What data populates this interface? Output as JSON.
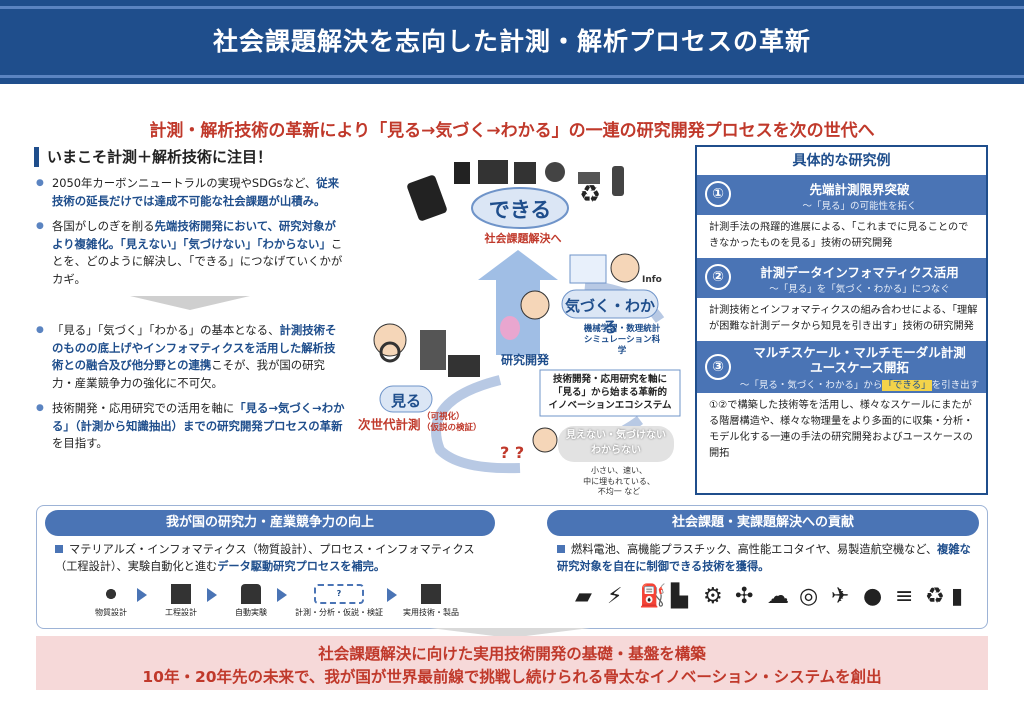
{
  "header": {
    "title": "社会課題解決を志向した計測・解析プロセスの革新"
  },
  "subtitle": "計測・解析技術の革新により「見る→気づく→わかる」の一連の研究開発プロセスを次の世代へ",
  "left": {
    "heading": "いまこそ計測＋解析技術に注目！",
    "bullets": [
      {
        "normal1": "2050年カーボンニュートラルの実現やSDGsなど、",
        "bold": "従来技術の延長だけでは達成不可能な社会課題が山積み。",
        "normal2": ""
      },
      {
        "normal1": "各国がしのぎを削る",
        "bold": "先端技術開発において、研究対象がより複雑化。「見えない」「気づけない」「わからない」",
        "normal2": "ことを、どのように解決し、「できる」につなげていくかがカギ。"
      },
      {
        "normal1": "「見る」「気づく」「わかる」の基本となる、",
        "bold": "計測技術そのものの底上げやインフォマティクスを活用した解析技術との融合及び他分野との連携",
        "normal2": "こそが、我が国の研究力・産業競争力の強化に不可欠。"
      },
      {
        "normal1": "技術開発・応用研究での活用を軸に",
        "bold": "「見る→気づく→わかる」（計測から知識抽出）までの研究開発プロセスの革新",
        "normal2": "を目指す。"
      }
    ]
  },
  "diagram": {
    "dekiru": "できる",
    "social": "社会課題解決へ",
    "kizuku": "気づく・わかる",
    "kizuku_sub": "機械学習・数理統計\nシミュレーション科学",
    "info": "Info",
    "rnd": "研究開発",
    "center_text": "技術開発・応用研究を軸に\n「見る」から始まる革新的\nイノベーションエコシステム",
    "miru": "見る",
    "next_gen": "次世代計測",
    "kashika": "（可視化）\n（仮説の検証）",
    "mienai": "見えない・気づけない\nわからない",
    "mienai_sub": "小さい、速い、\n中に埋もれている、\n不均一 など"
  },
  "right": {
    "title": "具体的な研究例",
    "examples": [
      {
        "num": "①",
        "title": "先端計測限界突破",
        "sub": "～「見る」の可能性を拓く",
        "body": "計測手法の飛躍的進展による、「これまでに見ることのできなかったものを見る」技術の研究開発"
      },
      {
        "num": "②",
        "title": "計測データインフォマティクス活用",
        "sub": "～「見る」を「気づく・わかる」につなぐ",
        "body": "計測技術とインフォマティクスの組み合わせによる、「理解が困難な計測データから知見を引き出す」技術の研究開発"
      },
      {
        "num": "③",
        "title": "マルチスケール・マルチモーダル計測\nユースケース開拓",
        "sub_pre": "～「見る・気づく・わかる」から",
        "sub_hl": "「できる」",
        "sub_post": "を引き出す",
        "body": "①②で構築した技術等を活用し、様々なスケールにまたがる階層構造や、様々な物理量をより多面的に収集・分析・モデル化する一連の手法の研究開発およびユースケースの開拓"
      }
    ]
  },
  "bottom": {
    "left": {
      "title": "我が国の研究力・産業競争力の向上",
      "text1": "マテリアルズ・インフォマティクス（物質設計）、プロセス・インフォマティクス（工程設計）、実験自動化と進む",
      "bold": "データ駆動研究プロセスを補完。",
      "steps": [
        "物質設計",
        "工程設計",
        "自動実験",
        "計測・分析・仮説・検証",
        "実用技術・製品"
      ]
    },
    "right": {
      "title": "社会課題・実課題解決への貢献",
      "text1": "燃料電池、高機能プラスチック、高性能エコタイヤ、易製造航空機など、",
      "bold": "複雑な研究対象を自在に制御できる技術を獲得。"
    }
  },
  "footer": {
    "line1": "社会課題解決に向けた実用技術開発の基礎・基盤を構築",
    "line2": "10年・20年先の未来で、我が国が世界最前線で挑戦し続けられる骨太なイノベーション・システムを創出"
  },
  "colors": {
    "primary": "#1f4e8c",
    "accent_red": "#c0392b",
    "panel_blue": "#4a74b5",
    "highlight": "#f3d34a",
    "footer_bg": "#f6d9d9"
  }
}
